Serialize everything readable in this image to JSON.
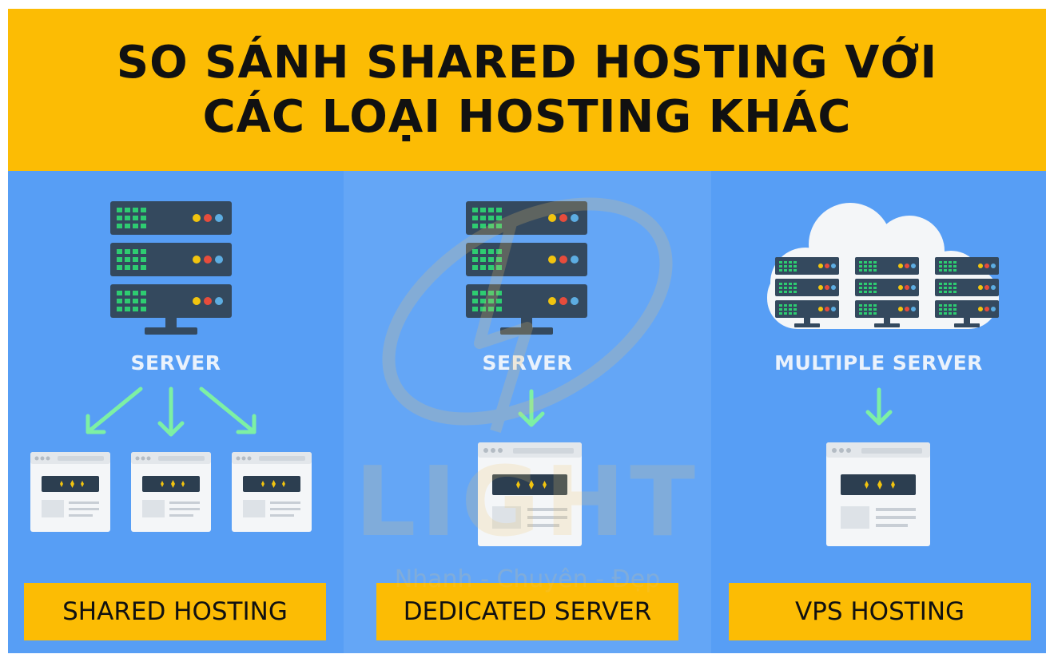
{
  "title": {
    "line1": "SO SÁNH SHARED HOSTING VỚI",
    "line2": "CÁC LOẠI HOSTING KHÁC"
  },
  "panels": [
    {
      "server_label": "SERVER",
      "hosting_label": "SHARED HOSTING"
    },
    {
      "server_label": "SERVER",
      "hosting_label": "DEDICATED SERVER"
    },
    {
      "server_label": "MULTIPLE SERVER",
      "hosting_label": "VPS HOSTING"
    }
  ],
  "watermark": {
    "brand": "LIGHT",
    "tagline": "Nhanh - Chuyên - Đẹp"
  },
  "colors": {
    "accent_yellow": "#fcbc04",
    "panel_blue": "#579ef5",
    "server_dark": "#34495e",
    "server_green": "#2ecc71",
    "arrow_green": "#7df0a4"
  }
}
